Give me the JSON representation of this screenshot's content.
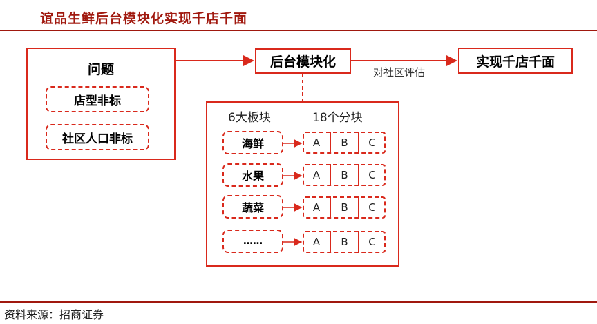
{
  "title": "谊品生鲜后台模块化实现千店千面",
  "source": "资料来源：招商证券",
  "problem": {
    "heading": "问题",
    "items": [
      "店型非标",
      "社区人口非标"
    ]
  },
  "center_node": "后台模块化",
  "right_node": "实现千店千面",
  "edge_label": "对社区评估",
  "modules": {
    "left_header": "6大板块",
    "right_header": "18个分块",
    "rows": [
      {
        "name": "海鲜",
        "cells": [
          "A",
          "B",
          "C"
        ]
      },
      {
        "name": "水果",
        "cells": [
          "A",
          "B",
          "C"
        ]
      },
      {
        "name": "蔬菜",
        "cells": [
          "A",
          "B",
          "C"
        ]
      },
      {
        "name": "……",
        "cells": [
          "A",
          "B",
          "C"
        ]
      }
    ]
  },
  "colors": {
    "accent": "#d9291c",
    "title": "#a0180e"
  }
}
